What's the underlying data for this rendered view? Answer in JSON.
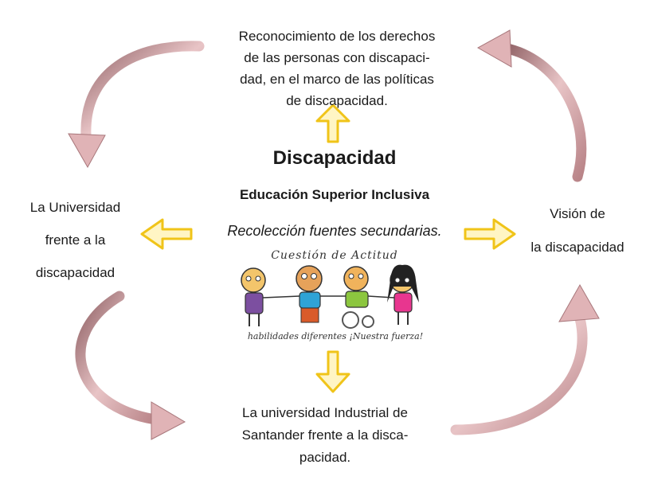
{
  "center": {
    "title": "Discapacidad",
    "subtitle": "Educación Superior Inclusiva",
    "method": "Recolección fuentes secundarias."
  },
  "logo": {
    "title": "Cuestión de Actitud",
    "caption": "habilidades diferentes ¡Nuestra fuerza!"
  },
  "nodes": {
    "top": [
      "Reconocimiento de los derechos",
      "de las personas con discapaci-",
      "dad, en el marco de las políticas",
      "de discapacidad."
    ],
    "left": [
      "La Universidad",
      "frente a la",
      "discapacidad"
    ],
    "right": [
      "Visión de",
      "la discapacidad"
    ],
    "bottom": [
      "La universidad Industrial de",
      "Santander frente a la disca-",
      "pacidad."
    ]
  },
  "colors": {
    "arrow_fill": "#fff5c4",
    "arrow_stroke": "#f0c419",
    "cycle_arrow": "#d9a7ac"
  }
}
